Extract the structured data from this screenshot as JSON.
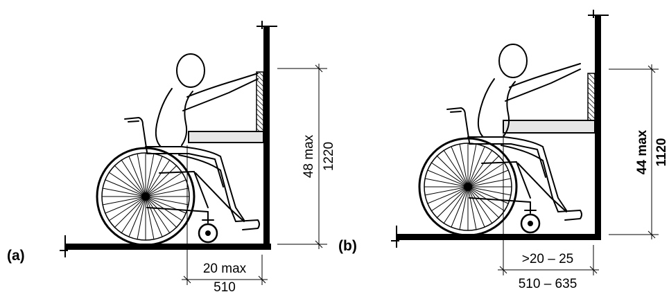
{
  "figure_a": {
    "panel_label": "(a)",
    "height_imperial": "48 max",
    "height_metric": "1220",
    "depth_imperial": "20 max",
    "depth_metric": "510"
  },
  "figure_b": {
    "panel_label": "(b)",
    "height_imperial": "44 max",
    "height_metric": "1120",
    "depth_imperial": ">20 – 25",
    "depth_metric": "510 – 635"
  },
  "colors": {
    "ink": "#000000",
    "counter_fill": "#e6e6e6",
    "background": "#ffffff"
  }
}
